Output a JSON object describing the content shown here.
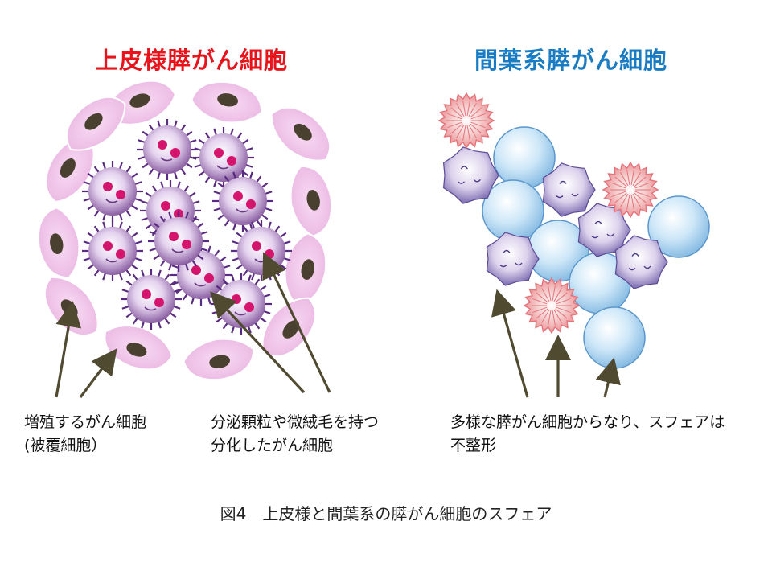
{
  "titles": {
    "left": "上皮様膵がん細胞",
    "right": "間葉系膵がん細胞"
  },
  "labels": {
    "proliferating": [
      "増殖するがん細胞",
      "(被覆細胞）"
    ],
    "differentiated": [
      "分泌顆粒や微絨毛を持つ",
      "分化したがん細胞"
    ],
    "mesenchymal": [
      "多様な膵がん細胞からなり、スフェアは",
      "不整形"
    ]
  },
  "caption": "図4　上皮様と間葉系の膵がん細胞のスフェア",
  "colors": {
    "title_left": "#e8141c",
    "title_right": "#1a7dc4",
    "covering_cell": "#f2c6ec",
    "nucleus": "#4a4030",
    "granule": "#d5146e",
    "differentiated_cell": "#8a5aa0",
    "microvilli": "#5a2a82",
    "blue_sphere": "#b6dcf5",
    "spiky_cell": "#e6737a",
    "arrow": "#4f4a30"
  }
}
